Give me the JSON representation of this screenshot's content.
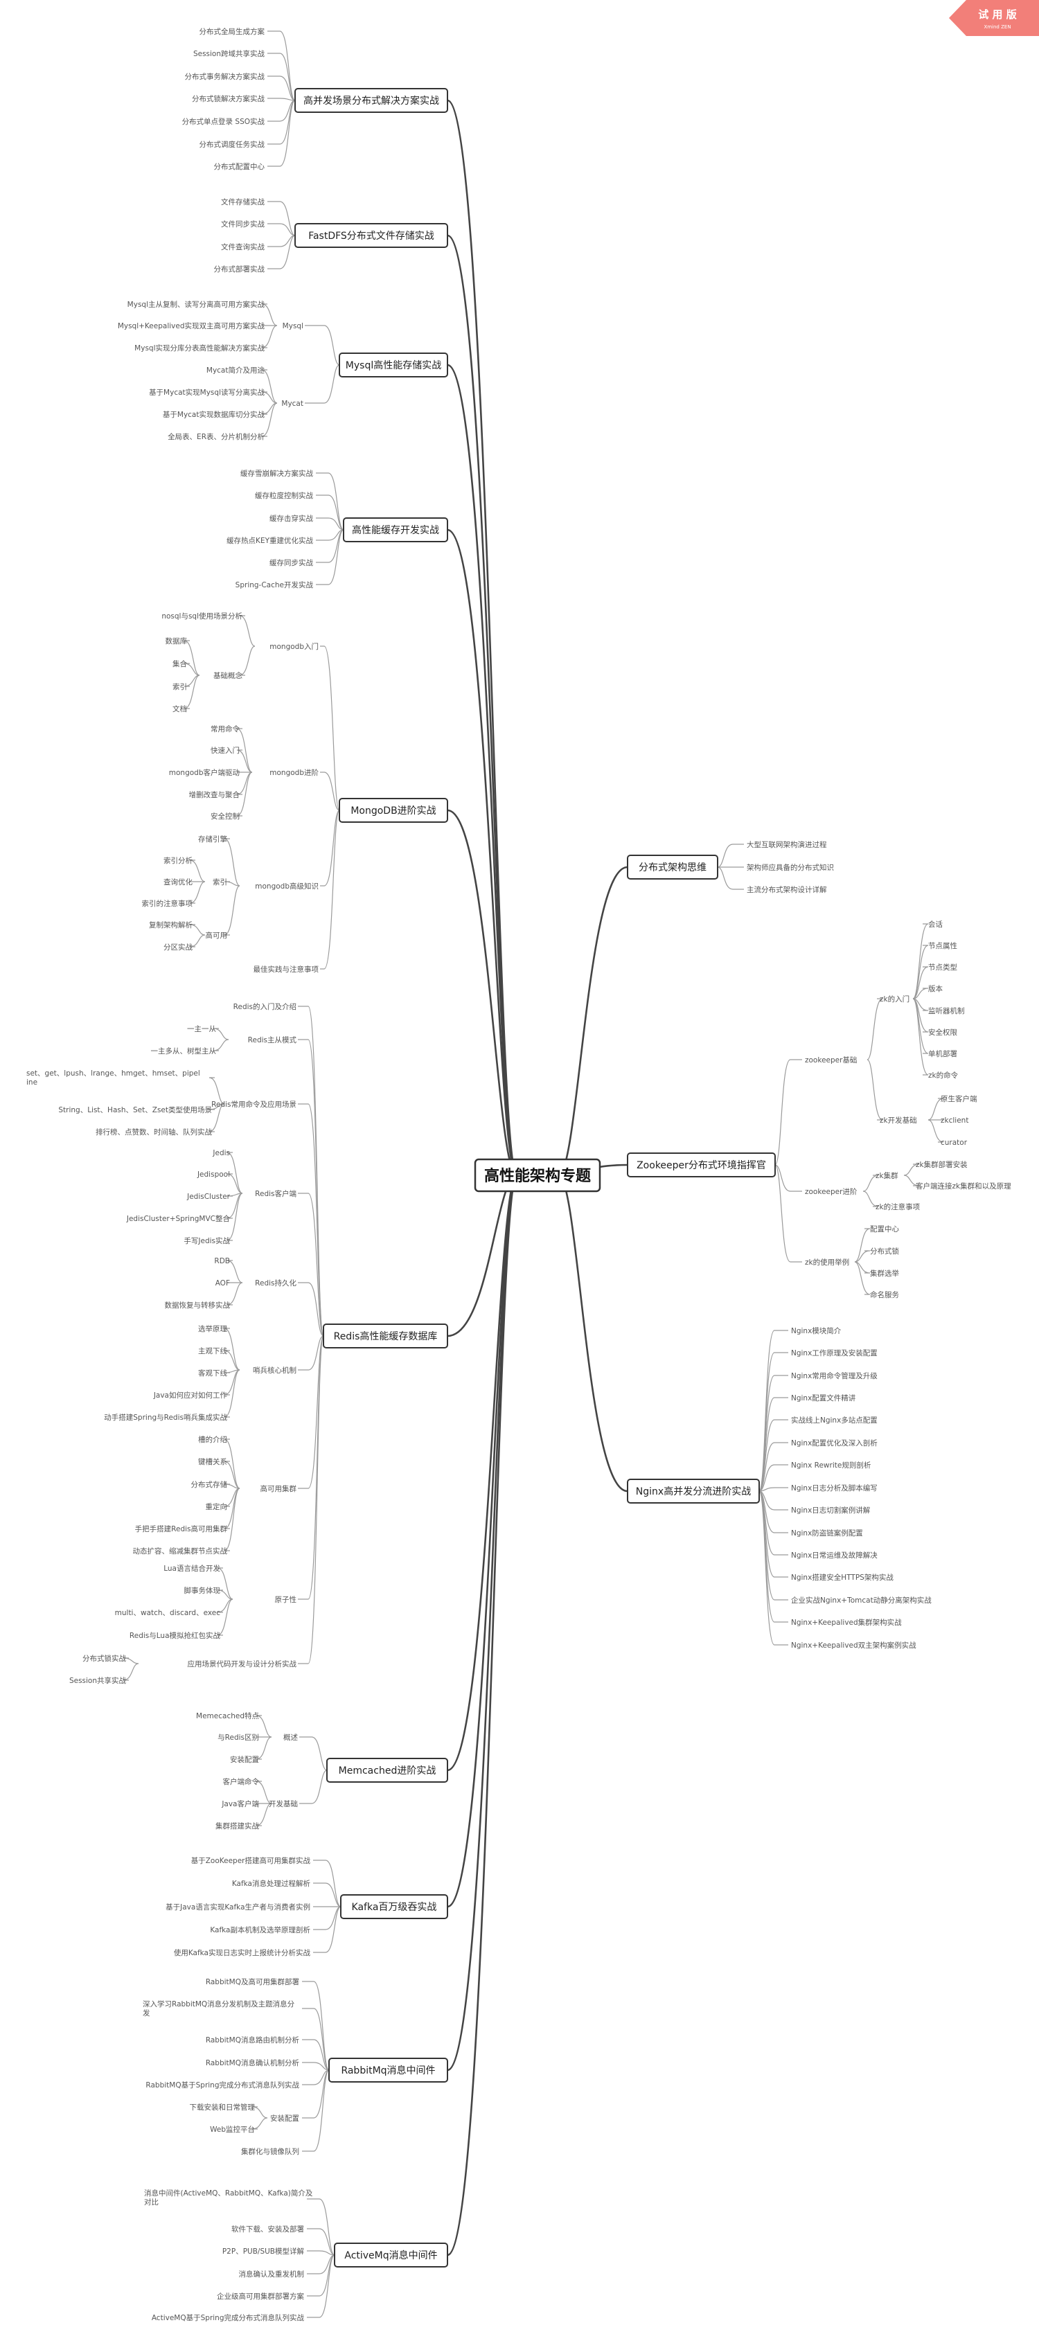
{
  "root": {
    "label": "高性能架构专题"
  },
  "badge": {
    "title": "试 用 版",
    "subtitle": "Xmind ZEN"
  },
  "left": [
    {
      "label": "高并发场景分布式解决方案实战",
      "children": [
        {
          "label": "分布式全局生成方案"
        },
        {
          "label": "Session跨域共享实战"
        },
        {
          "label": "分布式事务解决方案实战"
        },
        {
          "label": "分布式锁解决方案实战"
        },
        {
          "label": "分布式单点登录 SSO实战"
        },
        {
          "label": "分布式调度任务实战"
        },
        {
          "label": "分布式配置中心"
        }
      ]
    },
    {
      "label": "FastDFS分布式文件存储实战",
      "children": [
        {
          "label": "文件存储实战"
        },
        {
          "label": "文件同步实战"
        },
        {
          "label": "文件查询实战"
        },
        {
          "label": "分布式部署实战"
        }
      ]
    },
    {
      "label": "Mysql高性能存储实战",
      "children": [
        {
          "label": "Mysql",
          "children": [
            {
              "label": "Mysql主从复制、读写分离高可用方案实战"
            },
            {
              "label": "Mysql+Keepalived实现双主高可用方案实战"
            },
            {
              "label": "Mysql实现分库分表高性能解决方案实战"
            }
          ]
        },
        {
          "label": "Mycat",
          "children": [
            {
              "label": "Mycat简介及用途"
            },
            {
              "label": "基于Mycat实现Mysql读写分离实战"
            },
            {
              "label": "基于Mycat实现数据库切分实战"
            },
            {
              "label": "全局表、ER表、分片机制分析"
            }
          ]
        }
      ]
    },
    {
      "label": "高性能缓存开发实战",
      "children": [
        {
          "label": "缓存雪崩解决方案实战"
        },
        {
          "label": "缓存粒度控制实战"
        },
        {
          "label": "缓存击穿实战"
        },
        {
          "label": "缓存热点KEY重建优化实战"
        },
        {
          "label": "缓存同步实战"
        },
        {
          "label": "Spring-Cache开发实战"
        }
      ]
    },
    {
      "label": "MongoDB进阶实战",
      "children": [
        {
          "label": "mongodb入门",
          "children": [
            {
              "label": "nosql与sql使用场景分析"
            },
            {
              "label": "基础概念",
              "children": [
                {
                  "label": "数据库"
                },
                {
                  "label": "集合"
                },
                {
                  "label": "索引"
                },
                {
                  "label": "文档"
                }
              ]
            }
          ]
        },
        {
          "label": "mongodb进阶",
          "children": [
            {
              "label": "常用命令"
            },
            {
              "label": "快速入门"
            },
            {
              "label": "mongodb客户端驱动"
            },
            {
              "label": "增删改查与聚合"
            },
            {
              "label": "安全控制"
            }
          ]
        },
        {
          "label": "mongodb高级知识",
          "children": [
            {
              "label": "存储引擎"
            },
            {
              "label": "索引",
              "children": [
                {
                  "label": "索引分析"
                },
                {
                  "label": "查询优化"
                },
                {
                  "label": "索引的注意事项"
                }
              ]
            },
            {
              "label": "高可用",
              "children": [
                {
                  "label": "复制架构解析"
                },
                {
                  "label": "分区实战"
                }
              ]
            }
          ]
        },
        {
          "label": "最佳实践与注意事项"
        }
      ]
    },
    {
      "label": "Redis高性能缓存数据库",
      "children": [
        {
          "label": "Redis的入门及介绍"
        },
        {
          "label": "Redis主从模式",
          "children": [
            {
              "label": "一主一从"
            },
            {
              "label": "一主多从、树型主从"
            }
          ]
        },
        {
          "label": "Redis常用命令及应用场景",
          "children": [
            {
              "label": "set、get、lpush、lrange、hmget、hmset、pipeline"
            },
            {
              "label": "String、List、Hash、Set、Zset类型使用场景"
            },
            {
              "label": "排行榜、点赞数、时间轴、队列实战"
            }
          ]
        },
        {
          "label": "Redis客户端",
          "children": [
            {
              "label": "Jedis"
            },
            {
              "label": "Jedispool"
            },
            {
              "label": "JedisCluster"
            },
            {
              "label": "JedisCluster+SpringMVC整合"
            },
            {
              "label": "手写Jedis实战"
            }
          ]
        },
        {
          "label": "Redis持久化",
          "children": [
            {
              "label": "RDB"
            },
            {
              "label": "AOF"
            },
            {
              "label": "数据恢复与转移实战"
            }
          ]
        },
        {
          "label": "哨兵核心机制",
          "children": [
            {
              "label": "选举原理"
            },
            {
              "label": "主观下线"
            },
            {
              "label": "客观下线"
            },
            {
              "label": "Java如何应对如何工作"
            },
            {
              "label": "动手搭建Spring与Redis哨兵集成实战"
            }
          ]
        },
        {
          "label": "高可用集群",
          "children": [
            {
              "label": "槽的介绍"
            },
            {
              "label": "键槽关系"
            },
            {
              "label": "分布式存储"
            },
            {
              "label": "重定向"
            },
            {
              "label": "手把手搭建Redis高可用集群"
            },
            {
              "label": "动态扩容、缩减集群节点实战"
            }
          ]
        },
        {
          "label": "原子性",
          "children": [
            {
              "label": "Lua语言结合开发"
            },
            {
              "label": "脚事务体现"
            },
            {
              "label": "multi、watch、discard、exec"
            },
            {
              "label": "Redis与Lua模拟抢红包实战"
            }
          ]
        },
        {
          "label": "应用场景代码开发与设计分析实战",
          "children": [
            {
              "label": "分布式锁实战"
            },
            {
              "label": "Session共享实战"
            }
          ]
        }
      ]
    },
    {
      "label": "Memcached进阶实战",
      "children": [
        {
          "label": "概述",
          "children": [
            {
              "label": "Memecached特点"
            },
            {
              "label": "与Redis区别"
            },
            {
              "label": "安装配置"
            }
          ]
        },
        {
          "label": "开发基础",
          "children": [
            {
              "label": "客户端命令"
            },
            {
              "label": "Java客户端"
            },
            {
              "label": "集群搭建实战"
            }
          ]
        }
      ]
    },
    {
      "label": "Kafka百万级吞实战",
      "children": [
        {
          "label": "基于ZooKeeper搭建高可用集群实战"
        },
        {
          "label": "Kafka消息处理过程解析"
        },
        {
          "label": "基于Java语言实现Kafka生产者与消费者实例"
        },
        {
          "label": "Kafka副本机制及选举原理剖析"
        },
        {
          "label": "使用Kafka实现日志实时上报统计分析实战"
        }
      ]
    },
    {
      "label": "RabbitMq消息中间件",
      "children": [
        {
          "label": "RabbitMQ及高可用集群部署"
        },
        {
          "label": "深入学习RabbitMQ消息分发机制及主题消息分发"
        },
        {
          "label": "RabbitMQ消息路由机制分析"
        },
        {
          "label": "RabbitMQ消息确认机制分析"
        },
        {
          "label": "RabbitMQ基于Spring完成分布式消息队列实战"
        },
        {
          "label": "安装配置",
          "children": [
            {
              "label": "下载安装和日常管理"
            },
            {
              "label": "Web监控平台"
            }
          ]
        },
        {
          "label": "集群化与镜像队列"
        }
      ]
    },
    {
      "label": "ActiveMq消息中间件",
      "children": [
        {
          "label": "消息中间件(ActiveMQ、RabbitMQ、Kafka)简介及对比"
        },
        {
          "label": "软件下载、安装及部署"
        },
        {
          "label": "P2P、PUB/SUB模型详解"
        },
        {
          "label": "消息确认及重发机制"
        },
        {
          "label": "企业级高可用集群部署方案"
        },
        {
          "label": "ActiveMQ基于Spring完成分布式消息队列实战"
        }
      ]
    }
  ],
  "right": [
    {
      "label": "分布式架构思维",
      "children": [
        {
          "label": "大型互联网架构演进过程"
        },
        {
          "label": "架构师应具备的分布式知识"
        },
        {
          "label": "主流分布式架构设计详解"
        }
      ]
    },
    {
      "label": "Zookeeper分布式环境指挥官",
      "children": [
        {
          "label": "zookeeper基础",
          "children": [
            {
              "label": "zk的入门",
              "children": [
                {
                  "label": "会话"
                },
                {
                  "label": "节点属性"
                },
                {
                  "label": "节点类型"
                },
                {
                  "label": "版本"
                },
                {
                  "label": "监听器机制"
                },
                {
                  "label": "安全权限"
                },
                {
                  "label": "单机部署"
                },
                {
                  "label": "zk的命令"
                }
              ]
            },
            {
              "label": "zk开发基础",
              "children": [
                {
                  "label": "原生客户端"
                },
                {
                  "label": "zkclient"
                },
                {
                  "label": "curator"
                }
              ]
            }
          ]
        },
        {
          "label": "zookeeper进阶",
          "children": [
            {
              "label": "zk集群",
              "children": [
                {
                  "label": "zk集群部署安装"
                },
                {
                  "label": "客户端连接zk集群和以及原理"
                }
              ]
            },
            {
              "label": "zk的注意事项"
            }
          ]
        },
        {
          "label": "zk的使用举例",
          "children": [
            {
              "label": "配置中心"
            },
            {
              "label": "分布式锁"
            },
            {
              "label": "集群选举"
            },
            {
              "label": "命名服务"
            }
          ]
        }
      ]
    },
    {
      "label": "Nginx高并发分流进阶实战",
      "children": [
        {
          "label": "Nginx模块简介"
        },
        {
          "label": "Nginx工作原理及安装配置"
        },
        {
          "label": "Nginx常用命令管理及升级"
        },
        {
          "label": "Nginx配置文件精讲"
        },
        {
          "label": "实战线上Nginx多站点配置"
        },
        {
          "label": "Nginx配置优化及深入剖析"
        },
        {
          "label": "Nginx Rewrite规则剖析"
        },
        {
          "label": "Nginx日志分析及脚本编写"
        },
        {
          "label": "Nginx日志切割案例讲解"
        },
        {
          "label": "Nginx防盗链案例配置"
        },
        {
          "label": "Nginx日常运维及故障解决"
        },
        {
          "label": "Nginx搭建安全HTTPS架构实战"
        },
        {
          "label": "企业实战Nginx+Tomcat动静分离架构实战"
        },
        {
          "label": "Nginx+Keepalived集群架构实战"
        },
        {
          "label": "Nginx+Keepalived双主架构案例实战"
        }
      ]
    }
  ]
}
